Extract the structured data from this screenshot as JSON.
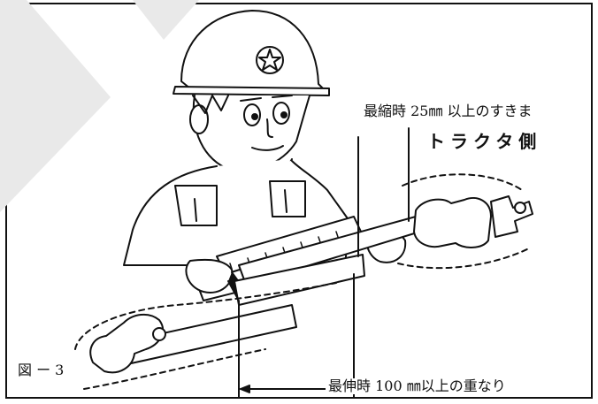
{
  "figure": {
    "label_top": "最縮時 25㎜ 以上のすきま",
    "label_tractor": "トラクタ側",
    "label_bottom": "最伸時 100 ㎜以上の重なり",
    "figure_number": "図 ー 3"
  },
  "colors": {
    "ink": "#111111",
    "paper": "#ffffff",
    "watermark": "#e9e9e9"
  },
  "icons": [
    "helmet-star-icon"
  ]
}
